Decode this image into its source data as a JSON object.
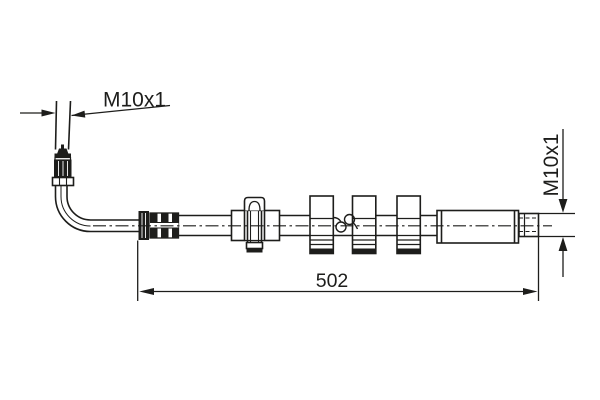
{
  "drawing": {
    "type": "technical-drawing",
    "subject": "brake-hose",
    "background_color": "#ffffff",
    "line_color": "#1d1d1b",
    "labels": {
      "thread_left": "M10x1",
      "thread_right": "M10x1",
      "overall_length": "502"
    }
  }
}
